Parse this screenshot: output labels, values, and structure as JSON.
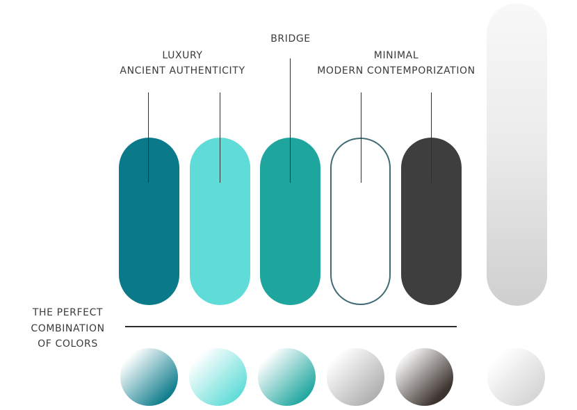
{
  "labels": {
    "luxury_line1": "LUXURY",
    "luxury_line2": "ANCIENT AUTHENTICITY",
    "bridge": "BRIDGE",
    "minimal_line1": "MINIMAL",
    "minimal_line2": "MODERN CONTEMPORIZATION"
  },
  "side_caption": {
    "line1": "THE PERFECT",
    "line2": "COMBINATION",
    "line3": "OF COLORS"
  },
  "colors": {
    "deep_teal": "#0a7a8a",
    "light_aqua": "#5fdcd7",
    "teal": "#1ea59e",
    "outline_slate": "#3f6a74",
    "charcoal": "#3e3e3e",
    "silver_light": "#f7f7f7",
    "silver_dark": "#d0cfcf",
    "gradient_base": "#ffffff",
    "circle_outline_end": "#a9a9a9",
    "circle_charcoal_end": "#3d3430"
  }
}
